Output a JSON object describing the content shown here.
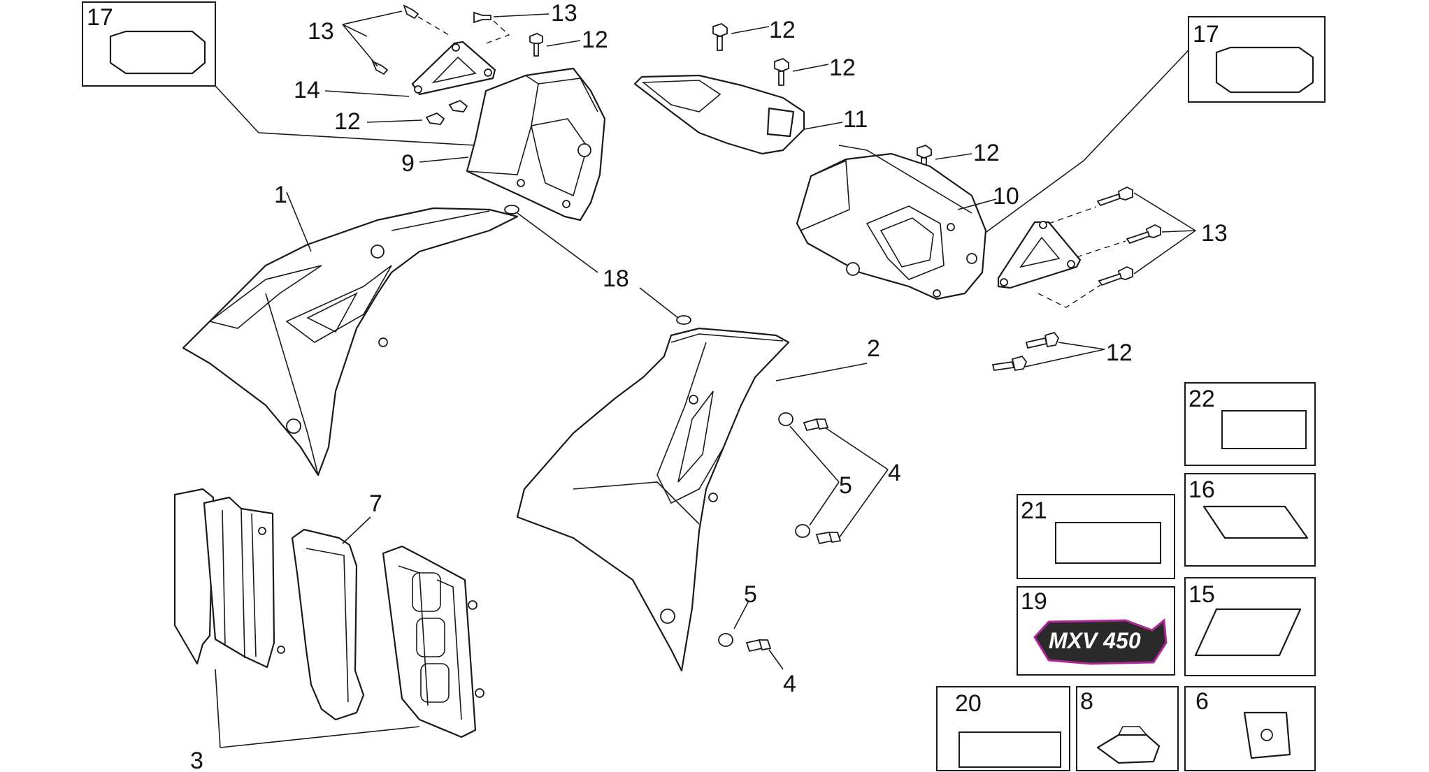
{
  "callouts": {
    "c1": "1",
    "c2": "2",
    "c3": "3",
    "c4a": "4",
    "c4b": "4",
    "c5a": "5",
    "c5b": "5",
    "c6": "6",
    "c7": "7",
    "c8": "8",
    "c9": "9",
    "c10": "10",
    "c11": "11",
    "c12a": "12",
    "c12b": "12",
    "c12c": "12",
    "c12d": "12",
    "c12e": "12",
    "c12f": "12",
    "c13a": "13",
    "c13b": "13",
    "c13c": "13",
    "c14": "14",
    "c15": "15",
    "c16": "16",
    "c17a": "17",
    "c17b": "17",
    "c18": "18",
    "c19": "19",
    "c20": "20",
    "c21": "21",
    "c22": "22"
  },
  "decal": {
    "logo_text": "MXV 450",
    "accent_color": "#b0279a"
  },
  "colors": {
    "line": "#1a1a1a",
    "background": "#ffffff"
  }
}
